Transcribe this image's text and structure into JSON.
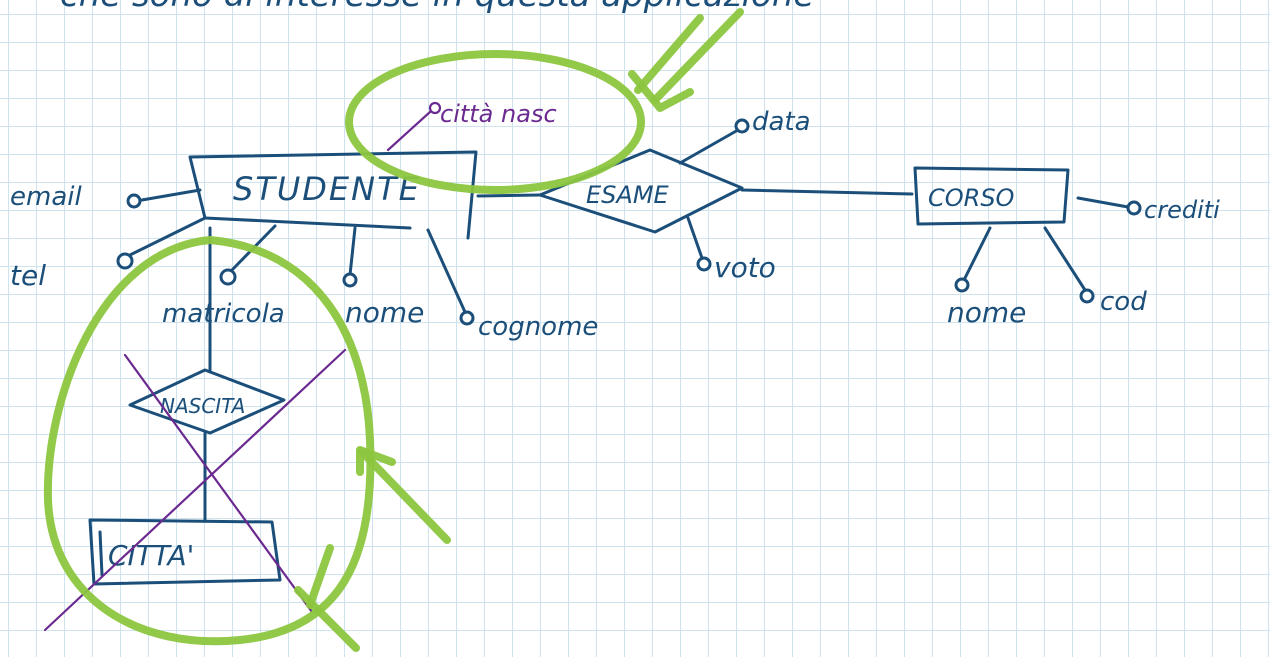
{
  "top_note": "che sono di interesse in questa applicazione",
  "entities": {
    "studente": "STUDENTE",
    "corso": "CORSO",
    "citta": "CITTA'"
  },
  "relationships": {
    "esame": "ESAME",
    "nascita": "NASCITA"
  },
  "attributes": {
    "email": "email",
    "tel": "tel",
    "matricola": "matricola",
    "nome_studente": "nome",
    "cognome": "cognome",
    "citta_nasc": "città nasc",
    "data": "data",
    "voto": "voto",
    "crediti": "crediti",
    "nome_corso": "nome",
    "cod": "cod"
  },
  "colors": {
    "ink": "#1b4f7a",
    "highlight": "#8cc63f",
    "correction": "#6b2a8f",
    "grid": "#cfe3ee"
  }
}
